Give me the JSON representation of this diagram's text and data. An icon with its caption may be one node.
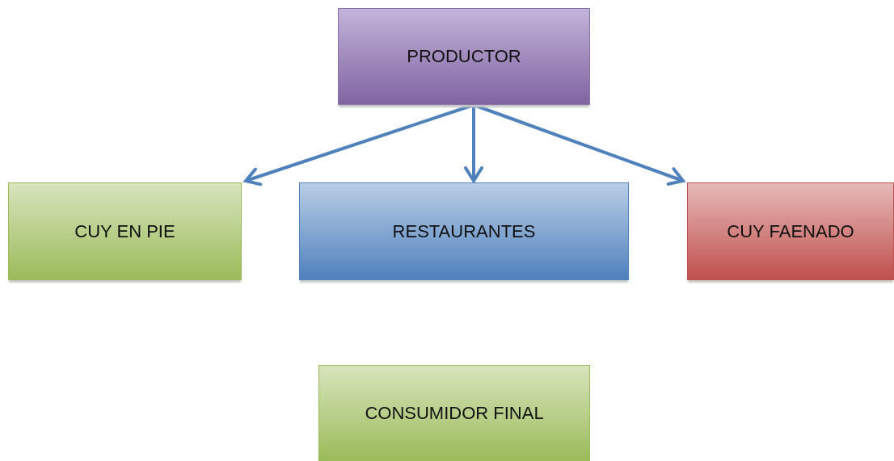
{
  "diagram": {
    "nodes": [
      {
        "text": [
          "PRODUCTOR"
        ]
      },
      {
        "text": [
          "CUY EN PIE"
        ]
      },
      {
        "text": [
          "RESTAURANTES"
        ]
      },
      {
        "text": [
          "CUY FAENADO"
        ]
      },
      {
        "text": [
          "CONSUMIDOR FINAL"
        ]
      }
    ],
    "edges": [
      {
        "from": 0,
        "to": 1,
        "arrow": "to"
      },
      {
        "from": 0,
        "to": 2,
        "arrow": "to"
      },
      {
        "from": 0,
        "to": 3,
        "arrow": "to"
      }
    ]
  }
}
